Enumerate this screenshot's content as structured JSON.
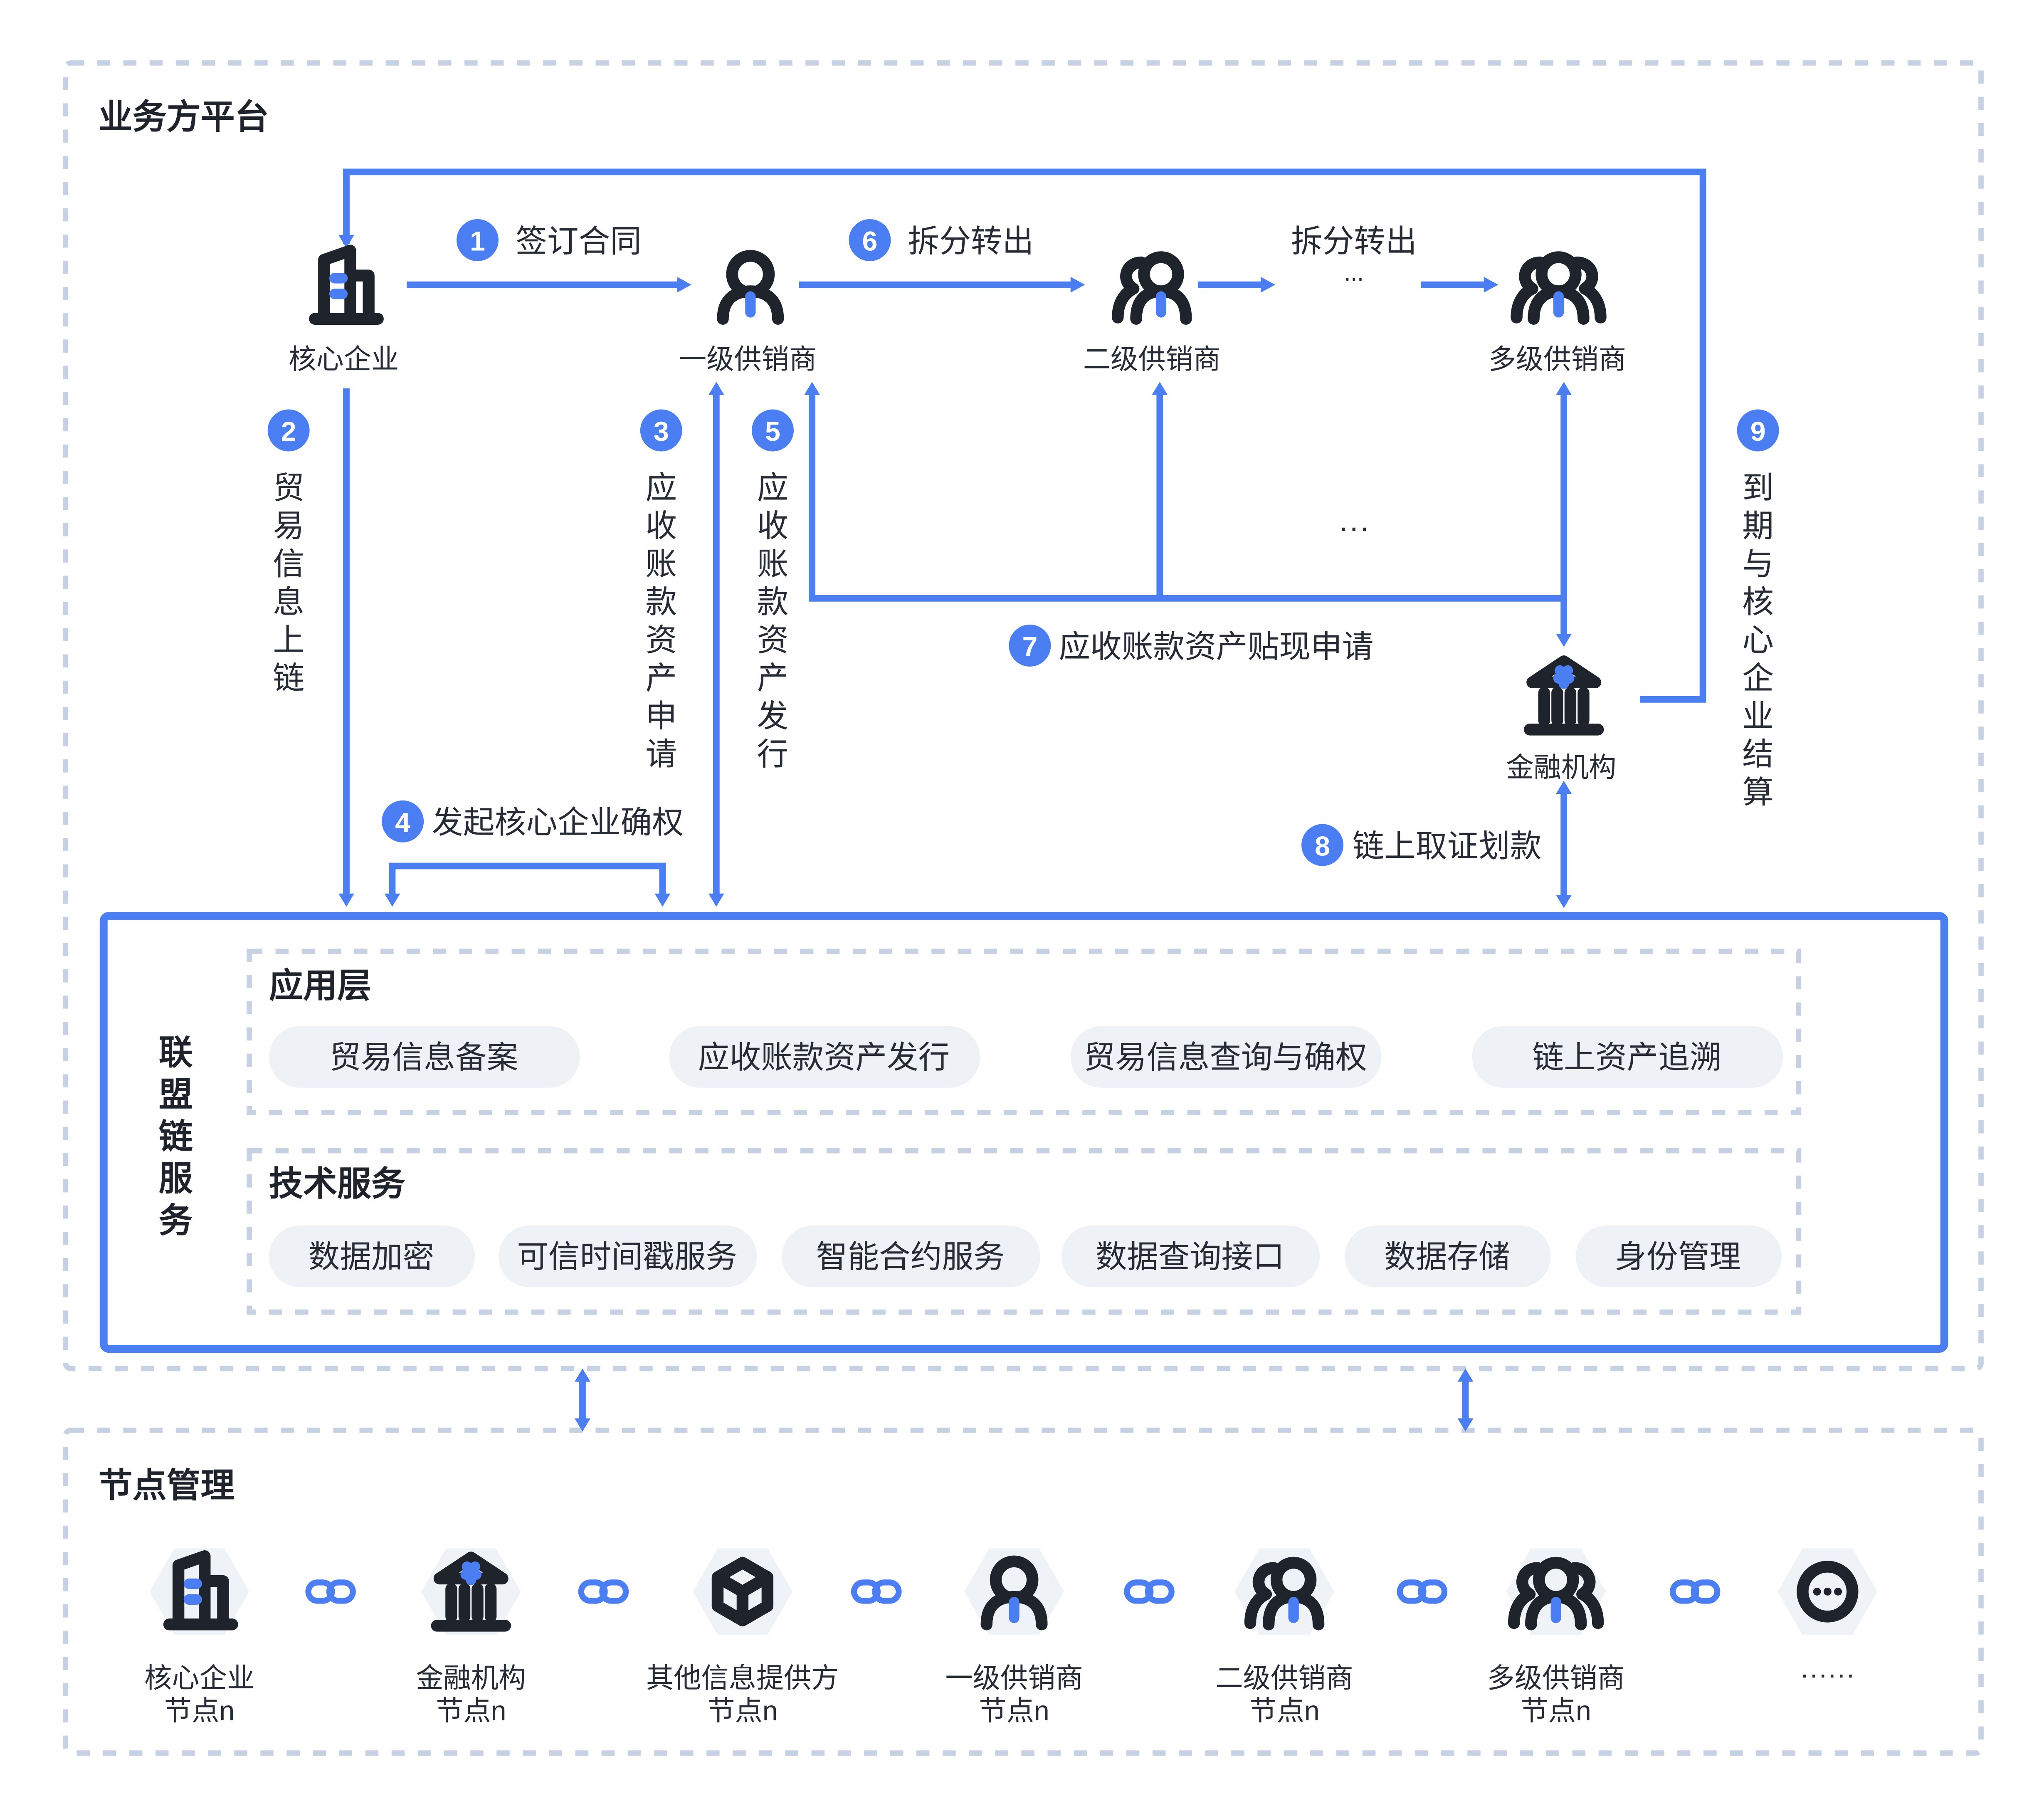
{
  "platform": {
    "title": "业务方平台",
    "nodes": {
      "core": "核心企业",
      "tier1": "一级供销商",
      "tier2": "二级供销商",
      "multi": "多级供销商",
      "bank": "金融机构"
    },
    "steps": {
      "s1": {
        "num": "1",
        "label": "签订合同"
      },
      "s2": {
        "num": "2",
        "label": [
          "贸",
          "易",
          "信",
          "息",
          "上",
          "链"
        ]
      },
      "s3": {
        "num": "3",
        "label": [
          "应",
          "收",
          "账",
          "款",
          "资",
          "产",
          "申",
          "请"
        ]
      },
      "s4": {
        "num": "4",
        "label": "发起核心企业确权"
      },
      "s5": {
        "num": "5",
        "label": [
          "应",
          "收",
          "账",
          "款",
          "资",
          "产",
          "发",
          "行"
        ]
      },
      "s6": {
        "num": "6",
        "label": "拆分转出"
      },
      "s6b": {
        "label": "拆分转出",
        "ellipsis": "..."
      },
      "s7": {
        "num": "7",
        "label": "应收账款资产贴现申请"
      },
      "s8": {
        "num": "8",
        "label": "链上取证划款"
      },
      "s9": {
        "num": "9",
        "label": [
          "到",
          "期",
          "与",
          "核",
          "心",
          "企",
          "业",
          "结",
          "算"
        ]
      },
      "mid_ellipsis": "···"
    }
  },
  "alliance": {
    "title": [
      "联",
      "盟",
      "链",
      "服",
      "务"
    ],
    "app_layer": {
      "title": "应用层",
      "items": [
        "贸易信息备案",
        "应收账款资产发行",
        "贸易信息查询与确权",
        "链上资产追溯"
      ]
    },
    "tech_layer": {
      "title": "技术服务",
      "items": [
        "数据加密",
        "可信时间戳服务",
        "智能合约服务",
        "数据查询接口",
        "数据存储",
        "身份管理"
      ]
    }
  },
  "nodes_mgmt": {
    "title": "节点管理",
    "items": [
      {
        "line1": "核心企业",
        "line2": "节点n",
        "icon": "building-icon"
      },
      {
        "line1": "金融机构",
        "line2": "节点n",
        "icon": "bank-icon"
      },
      {
        "line1": "其他信息提供方",
        "line2": "节点n",
        "icon": "cube-icon"
      },
      {
        "line1": "一级供销商",
        "line2": "节点n",
        "icon": "person-icon"
      },
      {
        "line1": "二级供销商",
        "line2": "节点n",
        "icon": "two-people-icon"
      },
      {
        "line1": "多级供销商",
        "line2": "节点n",
        "icon": "group-icon"
      },
      {
        "line1": "······",
        "line2": "",
        "icon": "more-icon"
      }
    ]
  },
  "colors": {
    "accent": "#4a7ef2",
    "text": "#262b36",
    "pill": "#eef1f5",
    "dash": "#c6d1e4"
  }
}
